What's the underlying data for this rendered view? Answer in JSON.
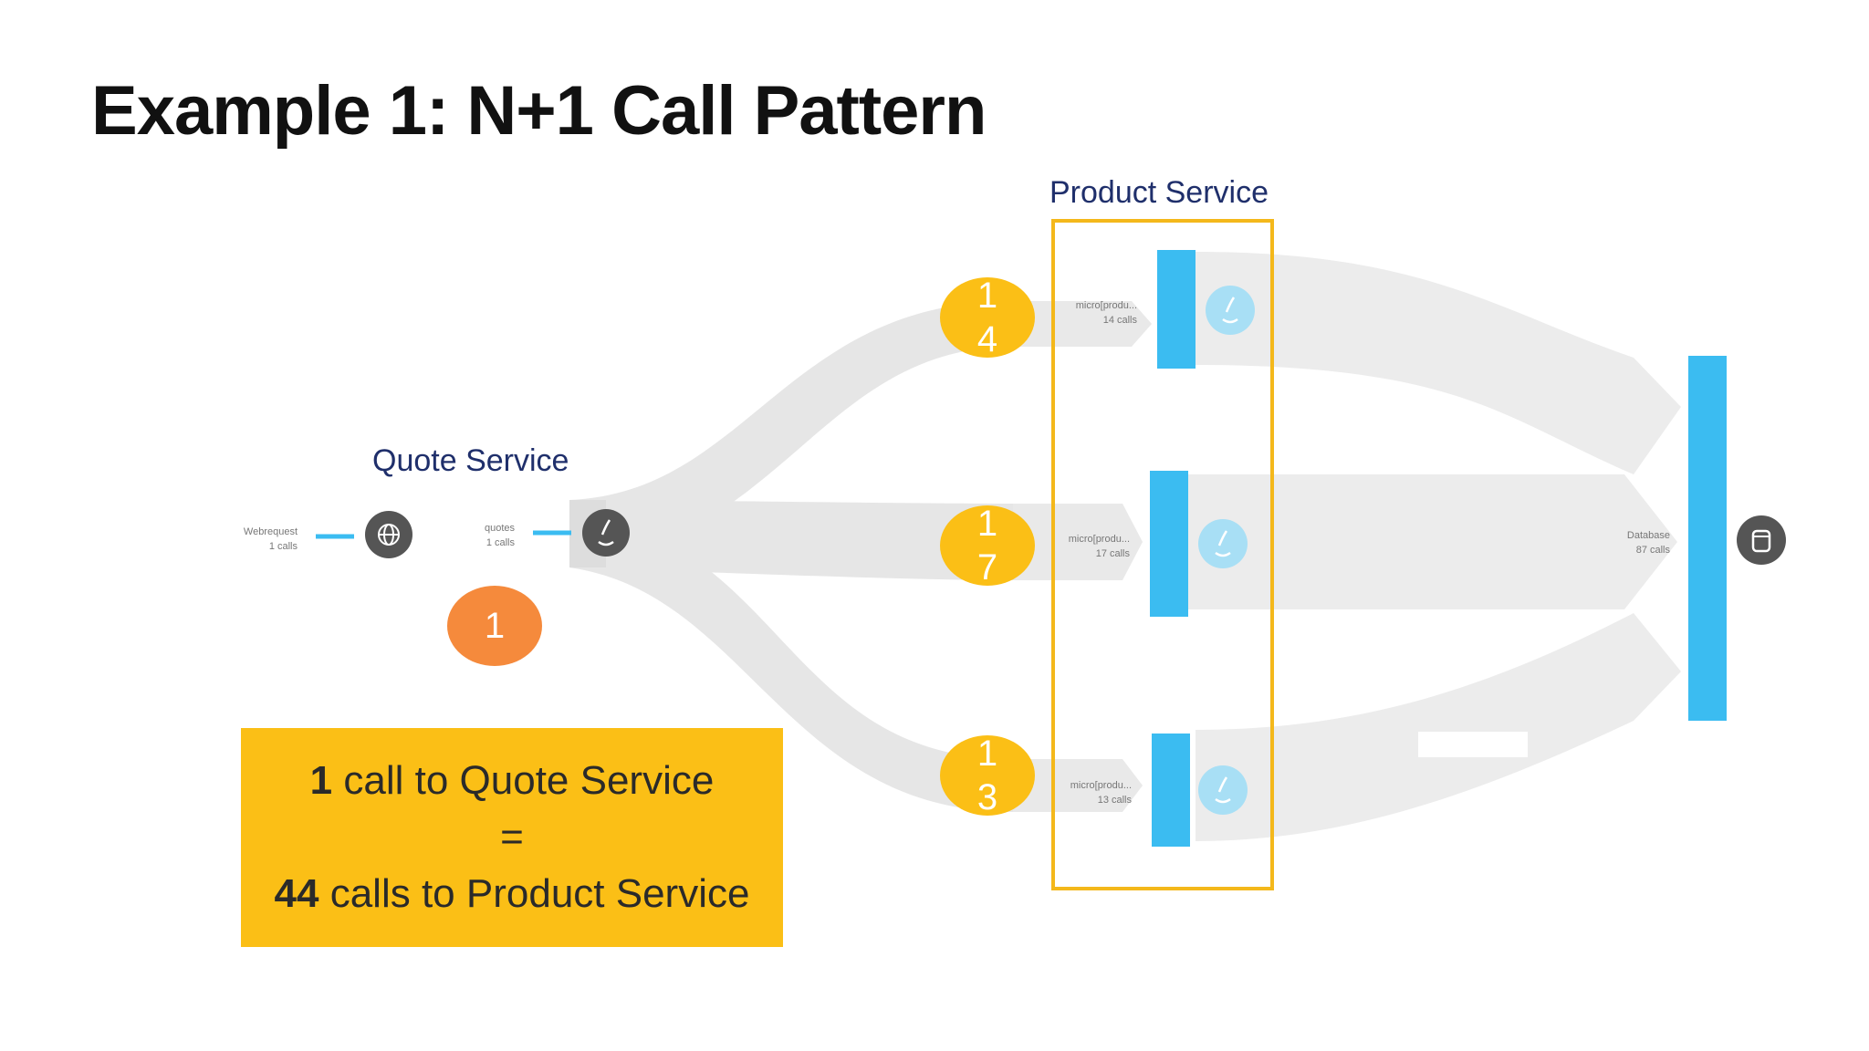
{
  "title": "Example 1: N+1 Call Pattern",
  "quote_service": {
    "label": "Quote Service",
    "webrequest_label": "Webrequest",
    "webrequest_calls": "1 calls",
    "quotes_label": "quotes",
    "quotes_calls": "1 calls",
    "badge": "1"
  },
  "product_service": {
    "label": "Product Service",
    "nodes": [
      {
        "name": "micro[produ...",
        "calls": "14 calls",
        "badge_top": "1",
        "badge_bottom": "4"
      },
      {
        "name": "micro[produ...",
        "calls": "17 calls",
        "badge_top": "1",
        "badge_bottom": "7"
      },
      {
        "name": "micro[produ...",
        "calls": "13 calls",
        "badge_top": "1",
        "badge_bottom": "3"
      }
    ]
  },
  "database": {
    "label": "Database",
    "calls": "87 calls"
  },
  "summary": {
    "line1_bold": "1",
    "line1_rest": " call to Quote Service",
    "line2": "=",
    "line3_bold": "44",
    "line3_rest": " calls to Product Service"
  },
  "colors": {
    "accent_blue": "#3bbcf1",
    "badge_yellow": "#fbbf16",
    "badge_orange": "#f58a3c",
    "highlight_border": "#f4b81b",
    "label_navy": "#1f2f6b",
    "flow_gray": "#e6e6e6"
  },
  "icons": [
    "globe-icon",
    "java-service-icon",
    "database-icon"
  ]
}
